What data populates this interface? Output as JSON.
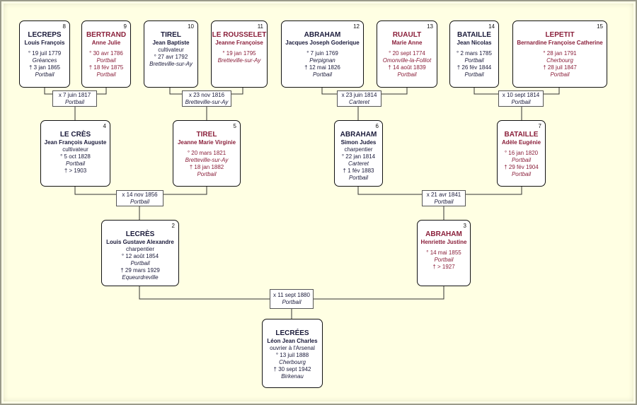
{
  "persons": [
    {
      "id": "p8",
      "num": "8",
      "surname": "LECREPS",
      "given": "Louis François",
      "occupation": "",
      "birth": "° 19 juil 1779",
      "birth_place": "Gréances",
      "death": "† 3 jan 1865",
      "death_place": "Portbail",
      "sex": "m"
    },
    {
      "id": "p9",
      "num": "9",
      "surname": "BERTRAND",
      "given": "Anne Julie",
      "occupation": "",
      "birth": "° 30 avr 1786",
      "birth_place": "Portbail",
      "death": "† 18 fév 1875",
      "death_place": "Portbail",
      "sex": "f"
    },
    {
      "id": "p10",
      "num": "10",
      "surname": "TIREL",
      "given": "Jean Baptiste",
      "occupation": "cultivateur",
      "birth": "° 27 avr 1792",
      "birth_place": "Bretteville-sur-Ay",
      "death": "",
      "death_place": "",
      "sex": "m"
    },
    {
      "id": "p11",
      "num": "11",
      "surname": "LE ROUSSELET",
      "given": "Jeanne Françoise",
      "occupation": "",
      "birth": "° 19 jan 1795",
      "birth_place": "Bretteville-sur-Ay",
      "death": "",
      "death_place": "",
      "sex": "f"
    },
    {
      "id": "p12",
      "num": "12",
      "surname": "ABRAHAM",
      "given": "Jacques Joseph Goderique",
      "occupation": "",
      "birth": "° 7 juin 1769",
      "birth_place": "Perpignan",
      "death": "† 12 mai 1826",
      "death_place": "Portbail",
      "sex": "m"
    },
    {
      "id": "p13",
      "num": "13",
      "surname": "RUAULT",
      "given": "Marie Anne",
      "occupation": "",
      "birth": "° 20 sept 1774",
      "birth_place": "Omonville-la-Folliot",
      "death": "† 14 août 1839",
      "death_place": "Portbail",
      "sex": "f"
    },
    {
      "id": "p14",
      "num": "14",
      "surname": "BATAILLE",
      "given": "Jean Nicolas",
      "occupation": "",
      "birth": "° 2 mars 1785",
      "birth_place": "Portbail",
      "death": "† 26 fév 1844",
      "death_place": "Portbail",
      "sex": "m"
    },
    {
      "id": "p15",
      "num": "15",
      "surname": "LEPETIT",
      "given": "Bernardine Françoise Catherine",
      "occupation": "",
      "birth": "° 28 jan 1791",
      "birth_place": "Cherbourg",
      "death": "† 28 juil 1847",
      "death_place": "Portbail",
      "sex": "f"
    },
    {
      "id": "p4",
      "num": "4",
      "surname": "LE CRÈS",
      "given": "Jean François Auguste",
      "occupation": "cultivateur",
      "birth": "° 5 oct 1828",
      "birth_place": "Portbail",
      "death": "† > 1903",
      "death_place": "",
      "sex": "m"
    },
    {
      "id": "p5",
      "num": "5",
      "surname": "TIREL",
      "given": "Jeanne Marie Virginie",
      "occupation": "",
      "birth": "° 20 mars 1821",
      "birth_place": "Bretteville-sur-Ay",
      "death": "† 18 jan 1882",
      "death_place": "Portbail",
      "sex": "f"
    },
    {
      "id": "p6",
      "num": "6",
      "surname": "ABRAHAM",
      "given": "Simon Judes",
      "occupation": "charpentier",
      "birth": "° 22 jan 1814",
      "birth_place": "Carteret",
      "death": "† 1 fév 1883",
      "death_place": "Portbail",
      "sex": "m"
    },
    {
      "id": "p7",
      "num": "7",
      "surname": "BATAILLE",
      "given": "Adèle Eugénie",
      "occupation": "",
      "birth": "° 16 jan 1820",
      "birth_place": "Portbail",
      "death": "† 29 fév 1904",
      "death_place": "Portbail",
      "sex": "f"
    },
    {
      "id": "p2",
      "num": "2",
      "surname": "LECRÈS",
      "given": "Louis Gustave  Alexandre",
      "occupation": "charpentier",
      "birth": "° 12 août 1854",
      "birth_place": "Portbail",
      "death": "† 29 mars 1929",
      "death_place": "Equeurdreville",
      "sex": "m"
    },
    {
      "id": "p3",
      "num": "3",
      "surname": "ABRAHAM",
      "given": "Henriette Justine",
      "occupation": "",
      "birth": "° 14 mai 1855",
      "birth_place": "Portbail",
      "death": "† > 1927",
      "death_place": "",
      "sex": "f"
    },
    {
      "id": "p1",
      "num": "",
      "surname": "LECRÉES",
      "given": "Léon Jean Charles",
      "occupation": "ouvrier à l'Arsenal",
      "birth": "° 13 juil 1888",
      "birth_place": "Cherbourg",
      "death": "† 30 sept 1942",
      "death_place": "Birkenau",
      "sex": "m"
    }
  ],
  "marriages": [
    {
      "id": "m1",
      "date": "x 7 juin 1817",
      "place": "Portbail"
    },
    {
      "id": "m2",
      "date": "x 23 nov 1816",
      "place": "Bretteville-sur-Ay"
    },
    {
      "id": "m3",
      "date": "x 23 juin 1814",
      "place": "Carteret"
    },
    {
      "id": "m4",
      "date": "x 10 sept 1814",
      "place": "Portbail"
    },
    {
      "id": "m5",
      "date": "x 14 nov 1856",
      "place": "Portbail"
    },
    {
      "id": "m6",
      "date": "x 21 avr 1841",
      "place": "Portbail"
    },
    {
      "id": "m7",
      "date": "x 11 sept 1880",
      "place": "Portbail"
    }
  ]
}
